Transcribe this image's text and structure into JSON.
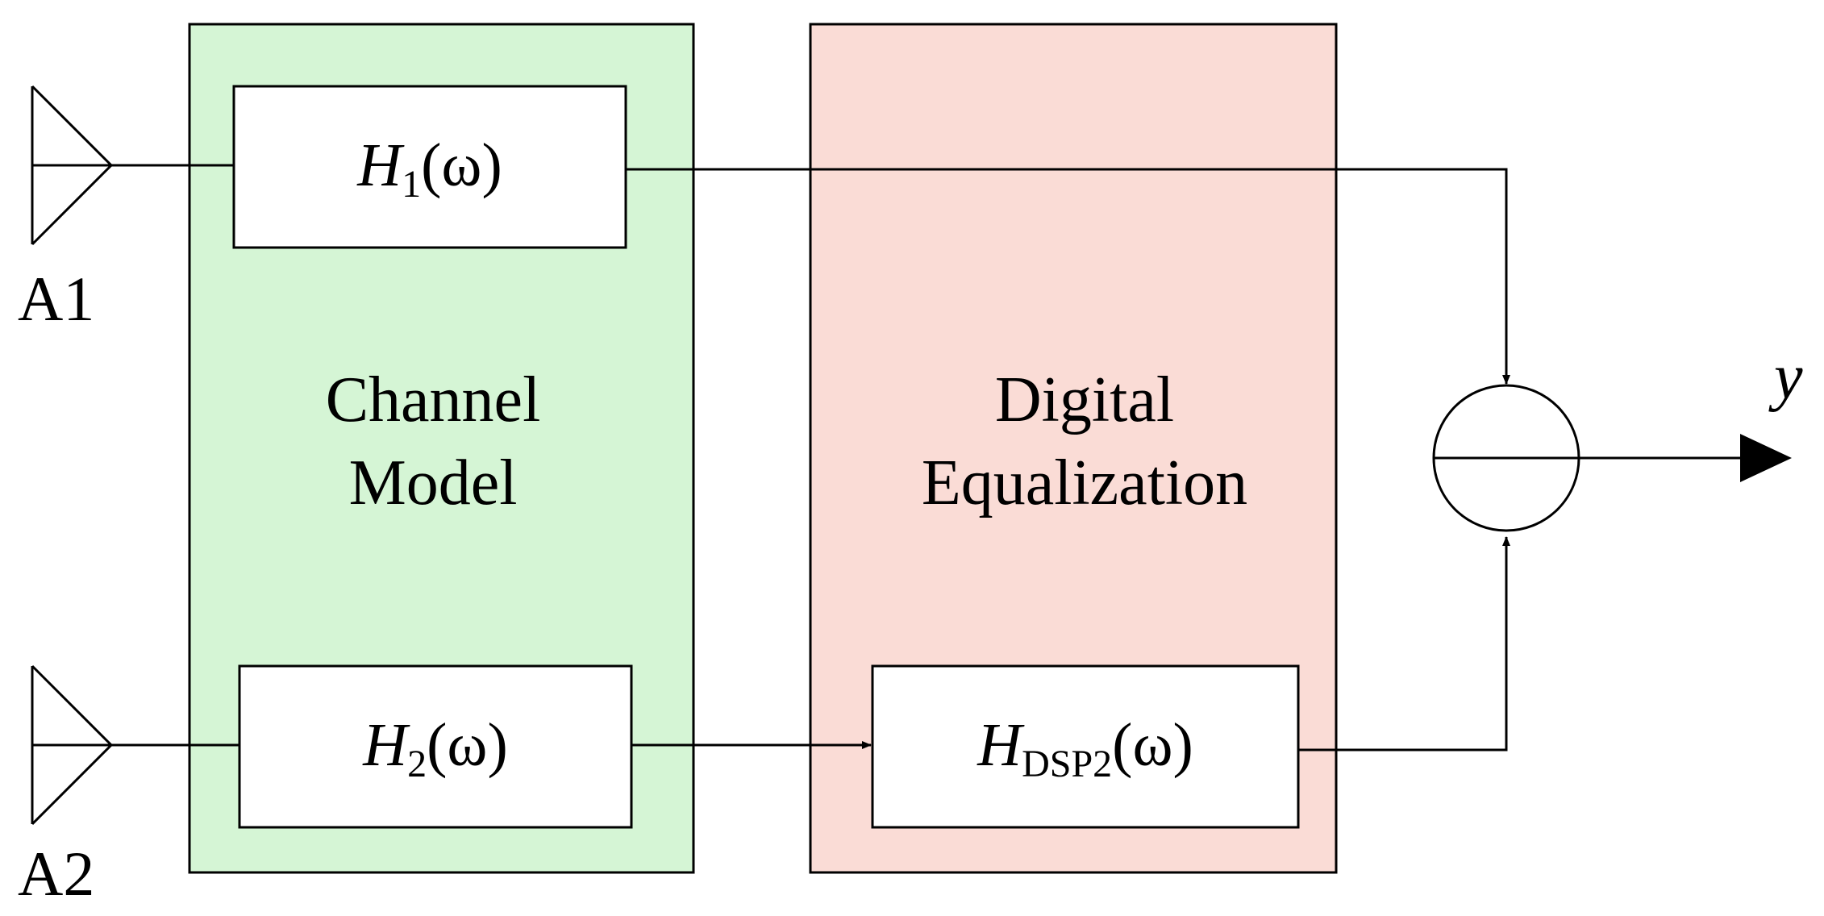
{
  "colors": {
    "channel_fill": "#d5f5d5",
    "equalization_fill": "#fadcd6",
    "stroke": "#000000",
    "background": "#ffffff"
  },
  "antennas": [
    {
      "label": "A1"
    },
    {
      "label": "A2"
    }
  ],
  "panels": {
    "channel": {
      "line1": "Channel",
      "line2": "Model"
    },
    "equalization": {
      "line1": "Digital",
      "line2": "Equalization"
    }
  },
  "blocks": {
    "h1": {
      "symbol": "H",
      "subscript": "1",
      "argument": "(ω)"
    },
    "h2": {
      "symbol": "H",
      "subscript": "2",
      "argument": "(ω)"
    },
    "hdsp2": {
      "symbol": "H",
      "subscript": "DSP2",
      "argument": "(ω)"
    }
  },
  "output": {
    "label": "y"
  }
}
